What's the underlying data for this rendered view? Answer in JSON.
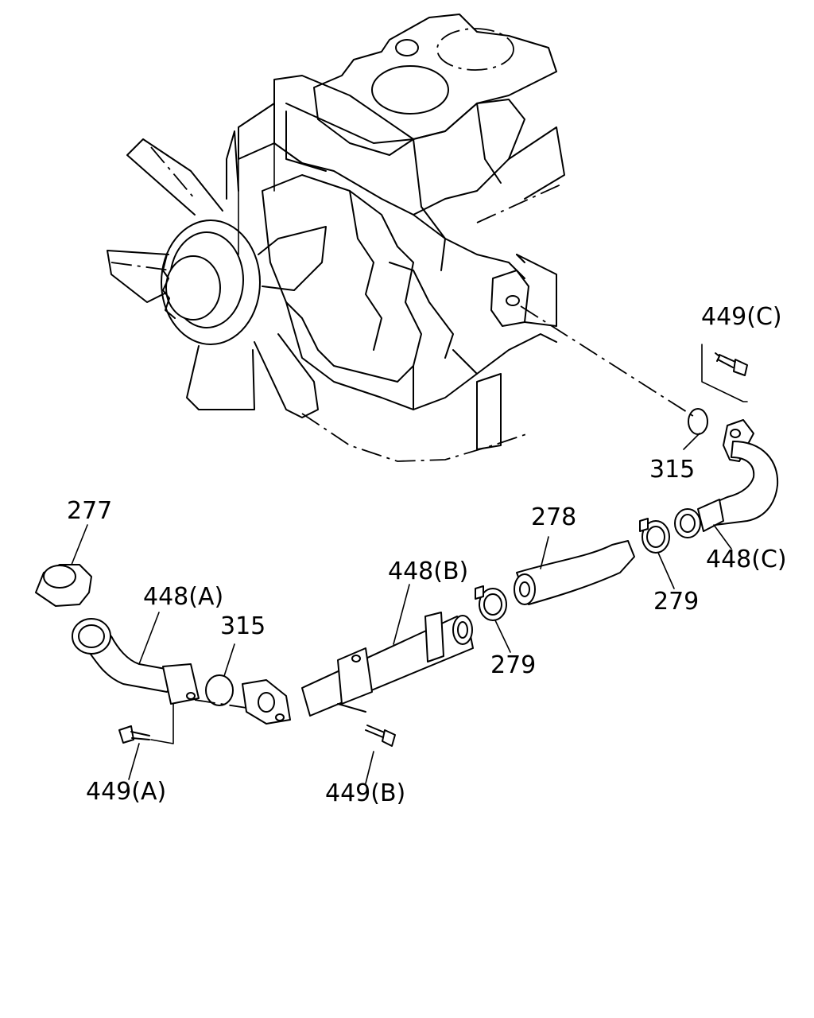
{
  "labels": {
    "bolt_c": "449(C)",
    "gasket_upper": "315",
    "pipe_c": "448(C)",
    "hose": "278",
    "clamp_upper": "279",
    "pipe_b": "448(B)",
    "clamp_lower": "279",
    "cap": "277",
    "pipe_a": "448(A)",
    "gasket_lower": "315",
    "bolt_a": "449(A)",
    "bolt_b": "449(B)"
  }
}
